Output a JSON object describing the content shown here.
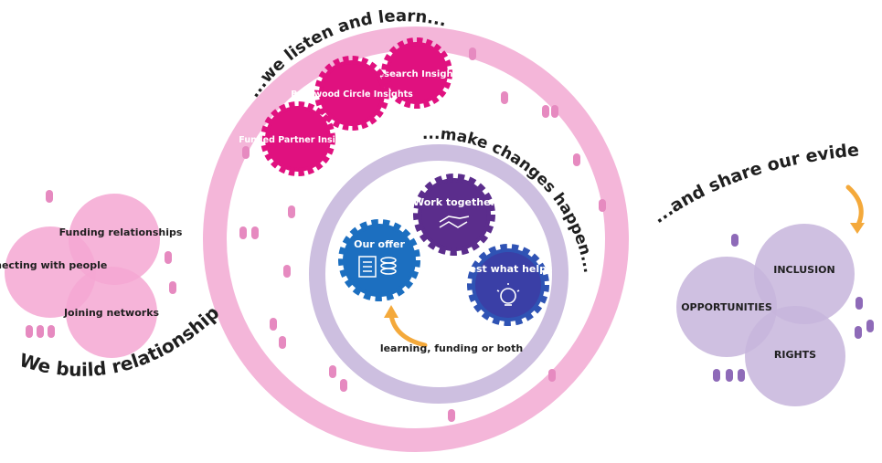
{
  "colors": {
    "outer_ring": "#f4b6d9",
    "inner_ring": "#cdbfe0",
    "magenta_gear": "#e0117f",
    "blue_gear": "#1c6fc0",
    "purple_gear": "#5b2d8c",
    "pink_circle": "#f4a7d2",
    "lavender_circle": "#c7b5dc",
    "arrow": "#f4a93b"
  },
  "left": {
    "circles": [
      "Connecting with people",
      "Funding relationships",
      "Joining networks"
    ],
    "arc_text": "We build relationships..."
  },
  "outer": {
    "arc_text": "...we listen and learn...",
    "gears": [
      {
        "label": "Research Insights",
        "icon": "gear"
      },
      {
        "label": "Barnwood Circle Insights",
        "icon": "gear"
      },
      {
        "label": "Funded Partner Insights",
        "icon": "gear"
      }
    ]
  },
  "inner": {
    "arc_text": "...make changes happen...",
    "gears": [
      {
        "label": "Our offer",
        "icon": "documents-and-coins-icon"
      },
      {
        "label": "Work together",
        "icon": "handshake-icon"
      },
      {
        "label": "Test what helps",
        "icon": "lightbulb-icon"
      }
    ],
    "note": "learning, funding or both"
  },
  "right": {
    "arc_text": "...and share our evidence for lasting impact",
    "circles": [
      "INCLUSION",
      "OPPORTUNITIES",
      "RIGHTS"
    ]
  }
}
